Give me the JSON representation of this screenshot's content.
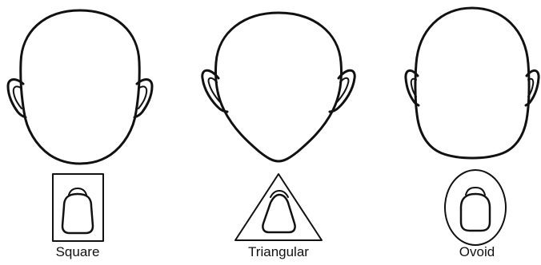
{
  "figure": {
    "panels": [
      {
        "label": "Square",
        "face_shape": "square",
        "tooth_outline": "square"
      },
      {
        "label": "Triangular",
        "face_shape": "triangular",
        "tooth_outline": "triangle"
      },
      {
        "label": "Ovoid",
        "face_shape": "ovoid",
        "tooth_outline": "oval"
      }
    ],
    "colors": {
      "stroke": "#111111",
      "background": "#ffffff"
    }
  }
}
